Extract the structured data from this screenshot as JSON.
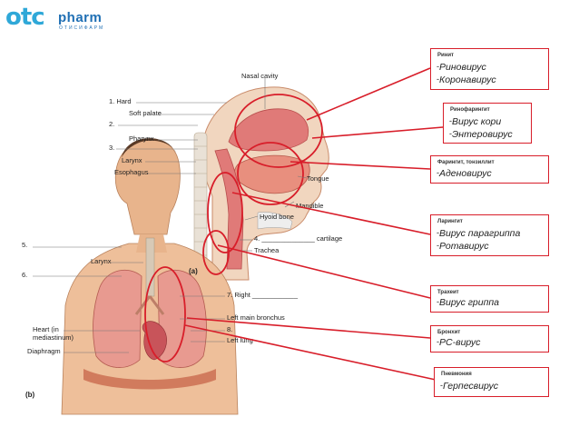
{
  "logo": {
    "mark": "otc",
    "brand": "pharm",
    "tagline": "ОТИСИФАРМ"
  },
  "figure": {
    "part_a_label": "(a)",
    "part_b_label": "(b)",
    "labels": {
      "nasal_cavity": "Nasal cavity",
      "hard": "1. Hard",
      "soft_palate": "Soft palate",
      "two": "2.",
      "pharynx": "Pharynx",
      "three": "3.",
      "larynx_a": "Larynx",
      "esophagus": "Esophagus",
      "tongue": "Tongue",
      "mandible": "Mandible",
      "hyoid": "Hyoid bone",
      "cartilage": "4. ______________ cartilage",
      "trachea": "Trachea",
      "five": "5.",
      "larynx_b": "Larynx",
      "six": "6.",
      "right": "7. Right ____________",
      "left_main_bronchus": "Left main bronchus",
      "eight": "8.",
      "left_lung": "Left lung",
      "heart": "Heart (in",
      "mediastinum": "mediastinum)",
      "diaphragm": "Diaphragm"
    }
  },
  "boxes": [
    {
      "title": "Ринит",
      "items": [
        "Риновирус",
        "Коронавирус"
      ]
    },
    {
      "title": "Ринофарингит",
      "items": [
        "Вирус кори",
        "Энтеровирус"
      ]
    },
    {
      "title": "Фарингит, тонзиллит",
      "items": [
        "Аденовирус"
      ]
    },
    {
      "title": "Ларингит",
      "items": [
        "Вирус парагриппа",
        "Ротавирус"
      ]
    },
    {
      "title": "Трахеит",
      "items": [
        "Вирус гриппа"
      ]
    },
    {
      "title": "Бронхит",
      "items": [
        "РС-вирус"
      ]
    },
    {
      "title": "Пневмония",
      "items": [
        "Герпесвирус"
      ]
    }
  ],
  "colors": {
    "accent_red": "#d81e2a",
    "logo_blue": "#1f6fb4",
    "skin": "#e8b48c",
    "mucosa": "#e07a78"
  }
}
